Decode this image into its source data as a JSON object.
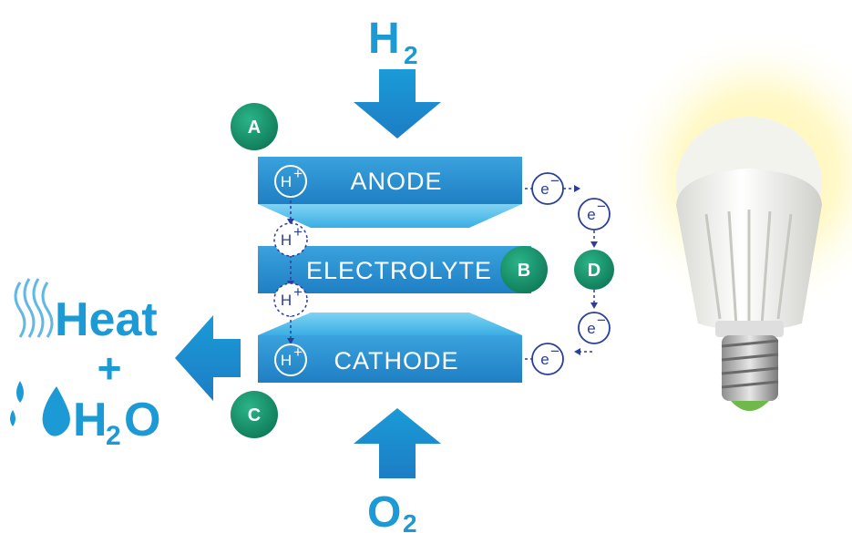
{
  "inputs": {
    "top": {
      "base": "H",
      "sub": "2"
    },
    "bottom": {
      "base": "O",
      "sub": "2"
    }
  },
  "plates": {
    "anode": "ANODE",
    "electrolyte": "ELECTROLYTE",
    "cathode": "CATHODE"
  },
  "markers": {
    "a": "A",
    "b": "B",
    "c": "C",
    "d": "D"
  },
  "ions": {
    "proton_base": "H",
    "proton_charge": "+",
    "electron_base": "e",
    "electron_charge": "−"
  },
  "outputs": {
    "heat": "Heat",
    "plus": "+",
    "water_h": "H",
    "water_sub": "2",
    "water_o": "O"
  },
  "colors": {
    "blue": "#1b9ad6",
    "plate": "#2b8fd1",
    "plate_light": "#6cc7ef",
    "green": "#17906a",
    "navy": "#2a3f9a"
  },
  "icons": [
    "heat-waves-icon",
    "water-drops-icon",
    "light-bulb-icon"
  ]
}
